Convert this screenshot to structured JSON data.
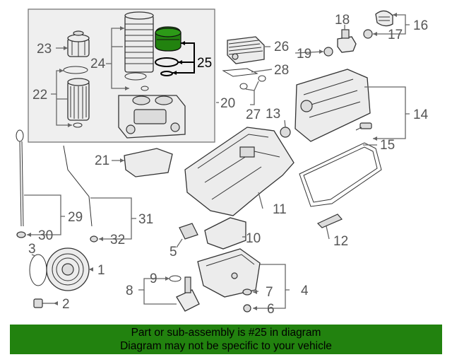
{
  "labels": {
    "l1": "1",
    "l2": "2",
    "l3": "3",
    "l4": "4",
    "l5": "5",
    "l6": "6",
    "l7": "7",
    "l8": "8",
    "l9": "9",
    "l10": "10",
    "l11": "11",
    "l12": "12",
    "l13": "13",
    "l14": "14",
    "l15": "15",
    "l16": "16",
    "l17": "17",
    "l18": "18",
    "l19": "19",
    "l20": "20",
    "l21": "21",
    "l22": "22",
    "l23": "23",
    "l24": "24",
    "l25": "25",
    "l26": "26",
    "l27": "27",
    "l28": "28",
    "l29": "29",
    "l30": "30",
    "l31": "31",
    "l32": "32"
  },
  "highlight": {
    "part_number": "25",
    "color": "#22820f"
  },
  "banner": {
    "line1": "Part or sub-assembly is #25 in diagram",
    "line2": "Diagram may not be specific to your vehicle"
  }
}
